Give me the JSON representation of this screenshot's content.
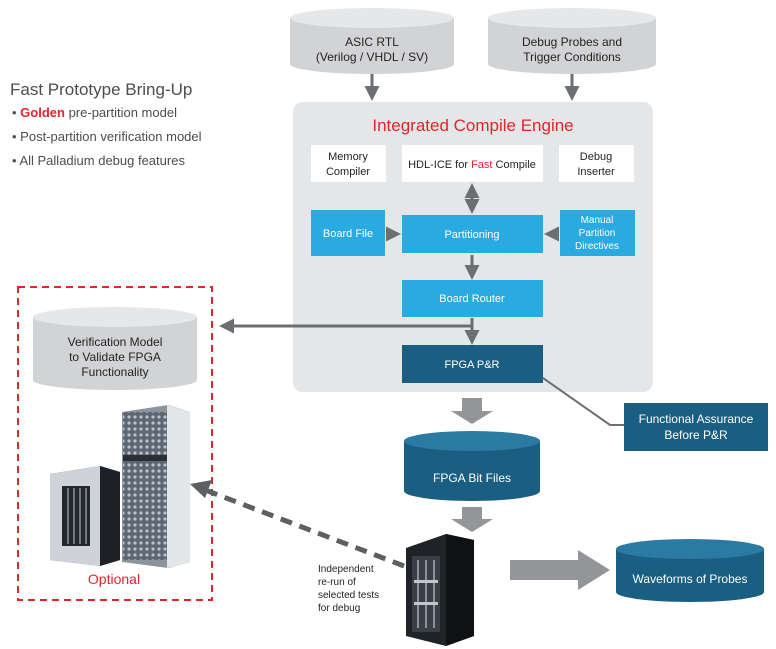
{
  "left_panel": {
    "title": "Fast Prototype Bring-Up",
    "bullet_1_highlight": "Golden",
    "bullet_1_rest": "pre-partition model",
    "bullet_2": "Post-partition verification model",
    "bullet_3": "All Palladium debug features"
  },
  "inputs": {
    "asic_rtl_line1": "ASIC RTL",
    "asic_rtl_line2": "(Verilog / VHDL / SV)",
    "debug_probes_line1": "Debug Probes and",
    "debug_probes_line2": "Trigger Conditions"
  },
  "engine": {
    "title": "Integrated Compile Engine",
    "memory_compiler_line1": "Memory",
    "memory_compiler_line2": "Compiler",
    "hdl_ice_prefix": "HDL-ICE for ",
    "hdl_ice_highlight": "Fast",
    "hdl_ice_suffix": " Compile",
    "debug_inserter_line1": "Debug",
    "debug_inserter_line2": "Inserter",
    "board_file": "Board File",
    "partitioning": "Partitioning",
    "manual_partition_line1": "Manual",
    "manual_partition_line2": "Partition",
    "manual_partition_line3": "Directives",
    "board_router": "Board Router",
    "fpga_pr": "FPGA P&R"
  },
  "outputs": {
    "verification_model_line1": "Verification Model",
    "verification_model_line2": "to Validate FPGA",
    "verification_model_line3": "Functionality",
    "optional_label": "Optional",
    "functional_assurance_line1": "Functional Assurance",
    "functional_assurance_line2": "Before P&R",
    "fpga_bit_files": "FPGA Bit Files",
    "rerun_line1": "Independent",
    "rerun_line2": "re-run of",
    "rerun_line3": "selected tests",
    "rerun_line4": "for debug",
    "waveforms": "Waveforms of Probes"
  },
  "colors": {
    "accent_red": "#e3242b",
    "box_light_blue": "#29abe2",
    "box_dark_blue": "#1a5e82",
    "cylinder_gray": "#d2d3d5",
    "engine_panel": "#e5e6e7",
    "arrow_gray": "#6d6e71",
    "text_gray": "#4d4d4f"
  }
}
